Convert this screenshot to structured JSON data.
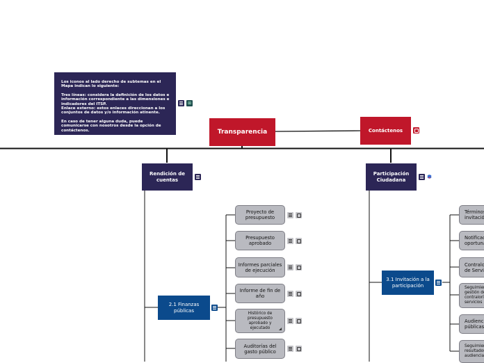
{
  "central_topic": "Transparencia",
  "contact_topic": "Contáctenos",
  "note": {
    "paragraphs": [
      "Los iconos al lado derecho de subtemas en el Mapa indican lo siguiente:",
      "Tres líneas: considera la definición de los datos e información correspondiente a las dimensiones e indicadores del ITSP.\nEnlace externo: estos enlaces direccionan a los conjuntos de datos y/o información atinente.",
      "En caso de tener alguna duda, puede comunicarse con nosotros desde la opción de contáctenos."
    ]
  },
  "branches": {
    "rendicion": {
      "label": "Rendición de cuentas",
      "sub": "2.1 Finanzas públicas",
      "leaves": [
        "Proyecto de presupuesto",
        "Presupuesto aprobado",
        "Informes parciales de ejecución",
        "Informe de fin de año",
        "Histórico de presupuesto aprobado y ejecutado",
        "Auditorías del gasto público"
      ]
    },
    "participacion": {
      "label": "Participación Ciudadana",
      "sub": "3.1 Invitación a la participación",
      "leaves": [
        "Términos de invitación",
        "Notificación oportuna",
        "Contraloría de Servicios",
        "Seguimiento de gestión de contraloría de servicios",
        "Audiencias públicas",
        "Seguimiento de resultados de audiencias"
      ]
    }
  },
  "icons": {
    "notes": "notes-icon",
    "link": "external-link-icon",
    "data": "data-table-icon",
    "feedback": "feedback-icon"
  },
  "colors": {
    "navy": "#2c2656",
    "red": "#c0172a",
    "blue": "#0b4a8c",
    "leaf": "#b9bac0"
  }
}
